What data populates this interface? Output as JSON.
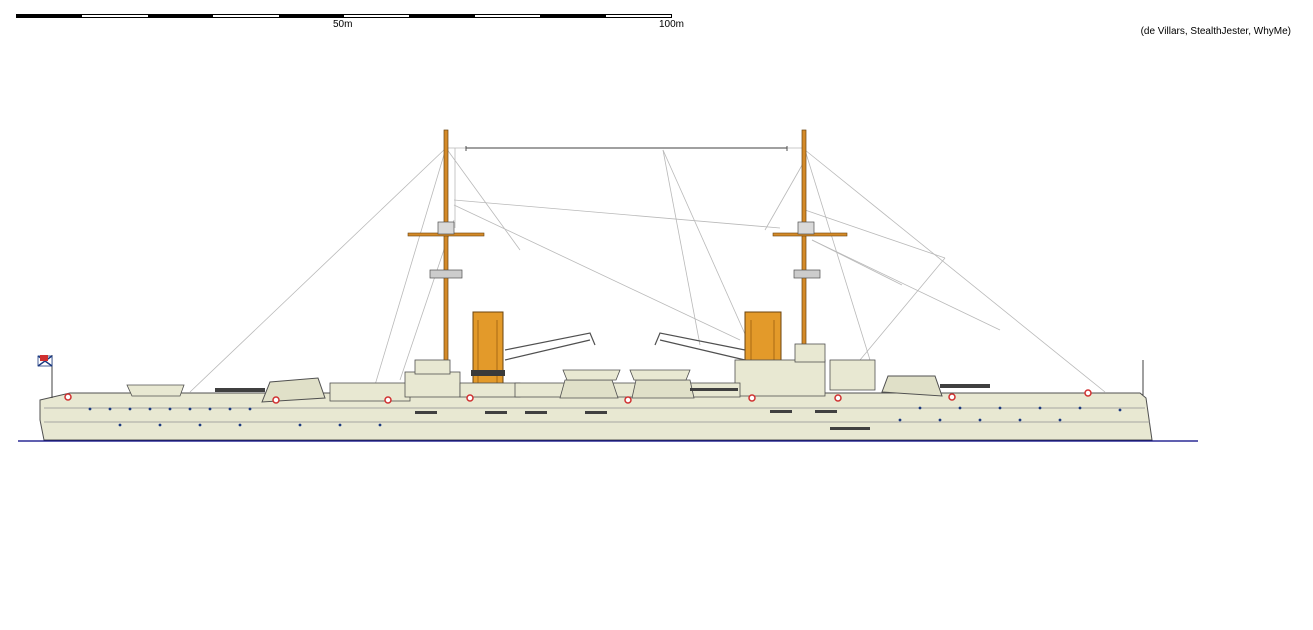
{
  "scale_bar": {
    "label_mid": "50m",
    "label_end": "100m"
  },
  "credit": "(de Villars, StealthJester, WhyMe)",
  "colors": {
    "hull": "#e8e8d2",
    "funnel": "#e39a2a",
    "mast": "#d48a28",
    "waterline": "#000080",
    "outline": "#505050",
    "rigging": "#b4b4b4"
  }
}
